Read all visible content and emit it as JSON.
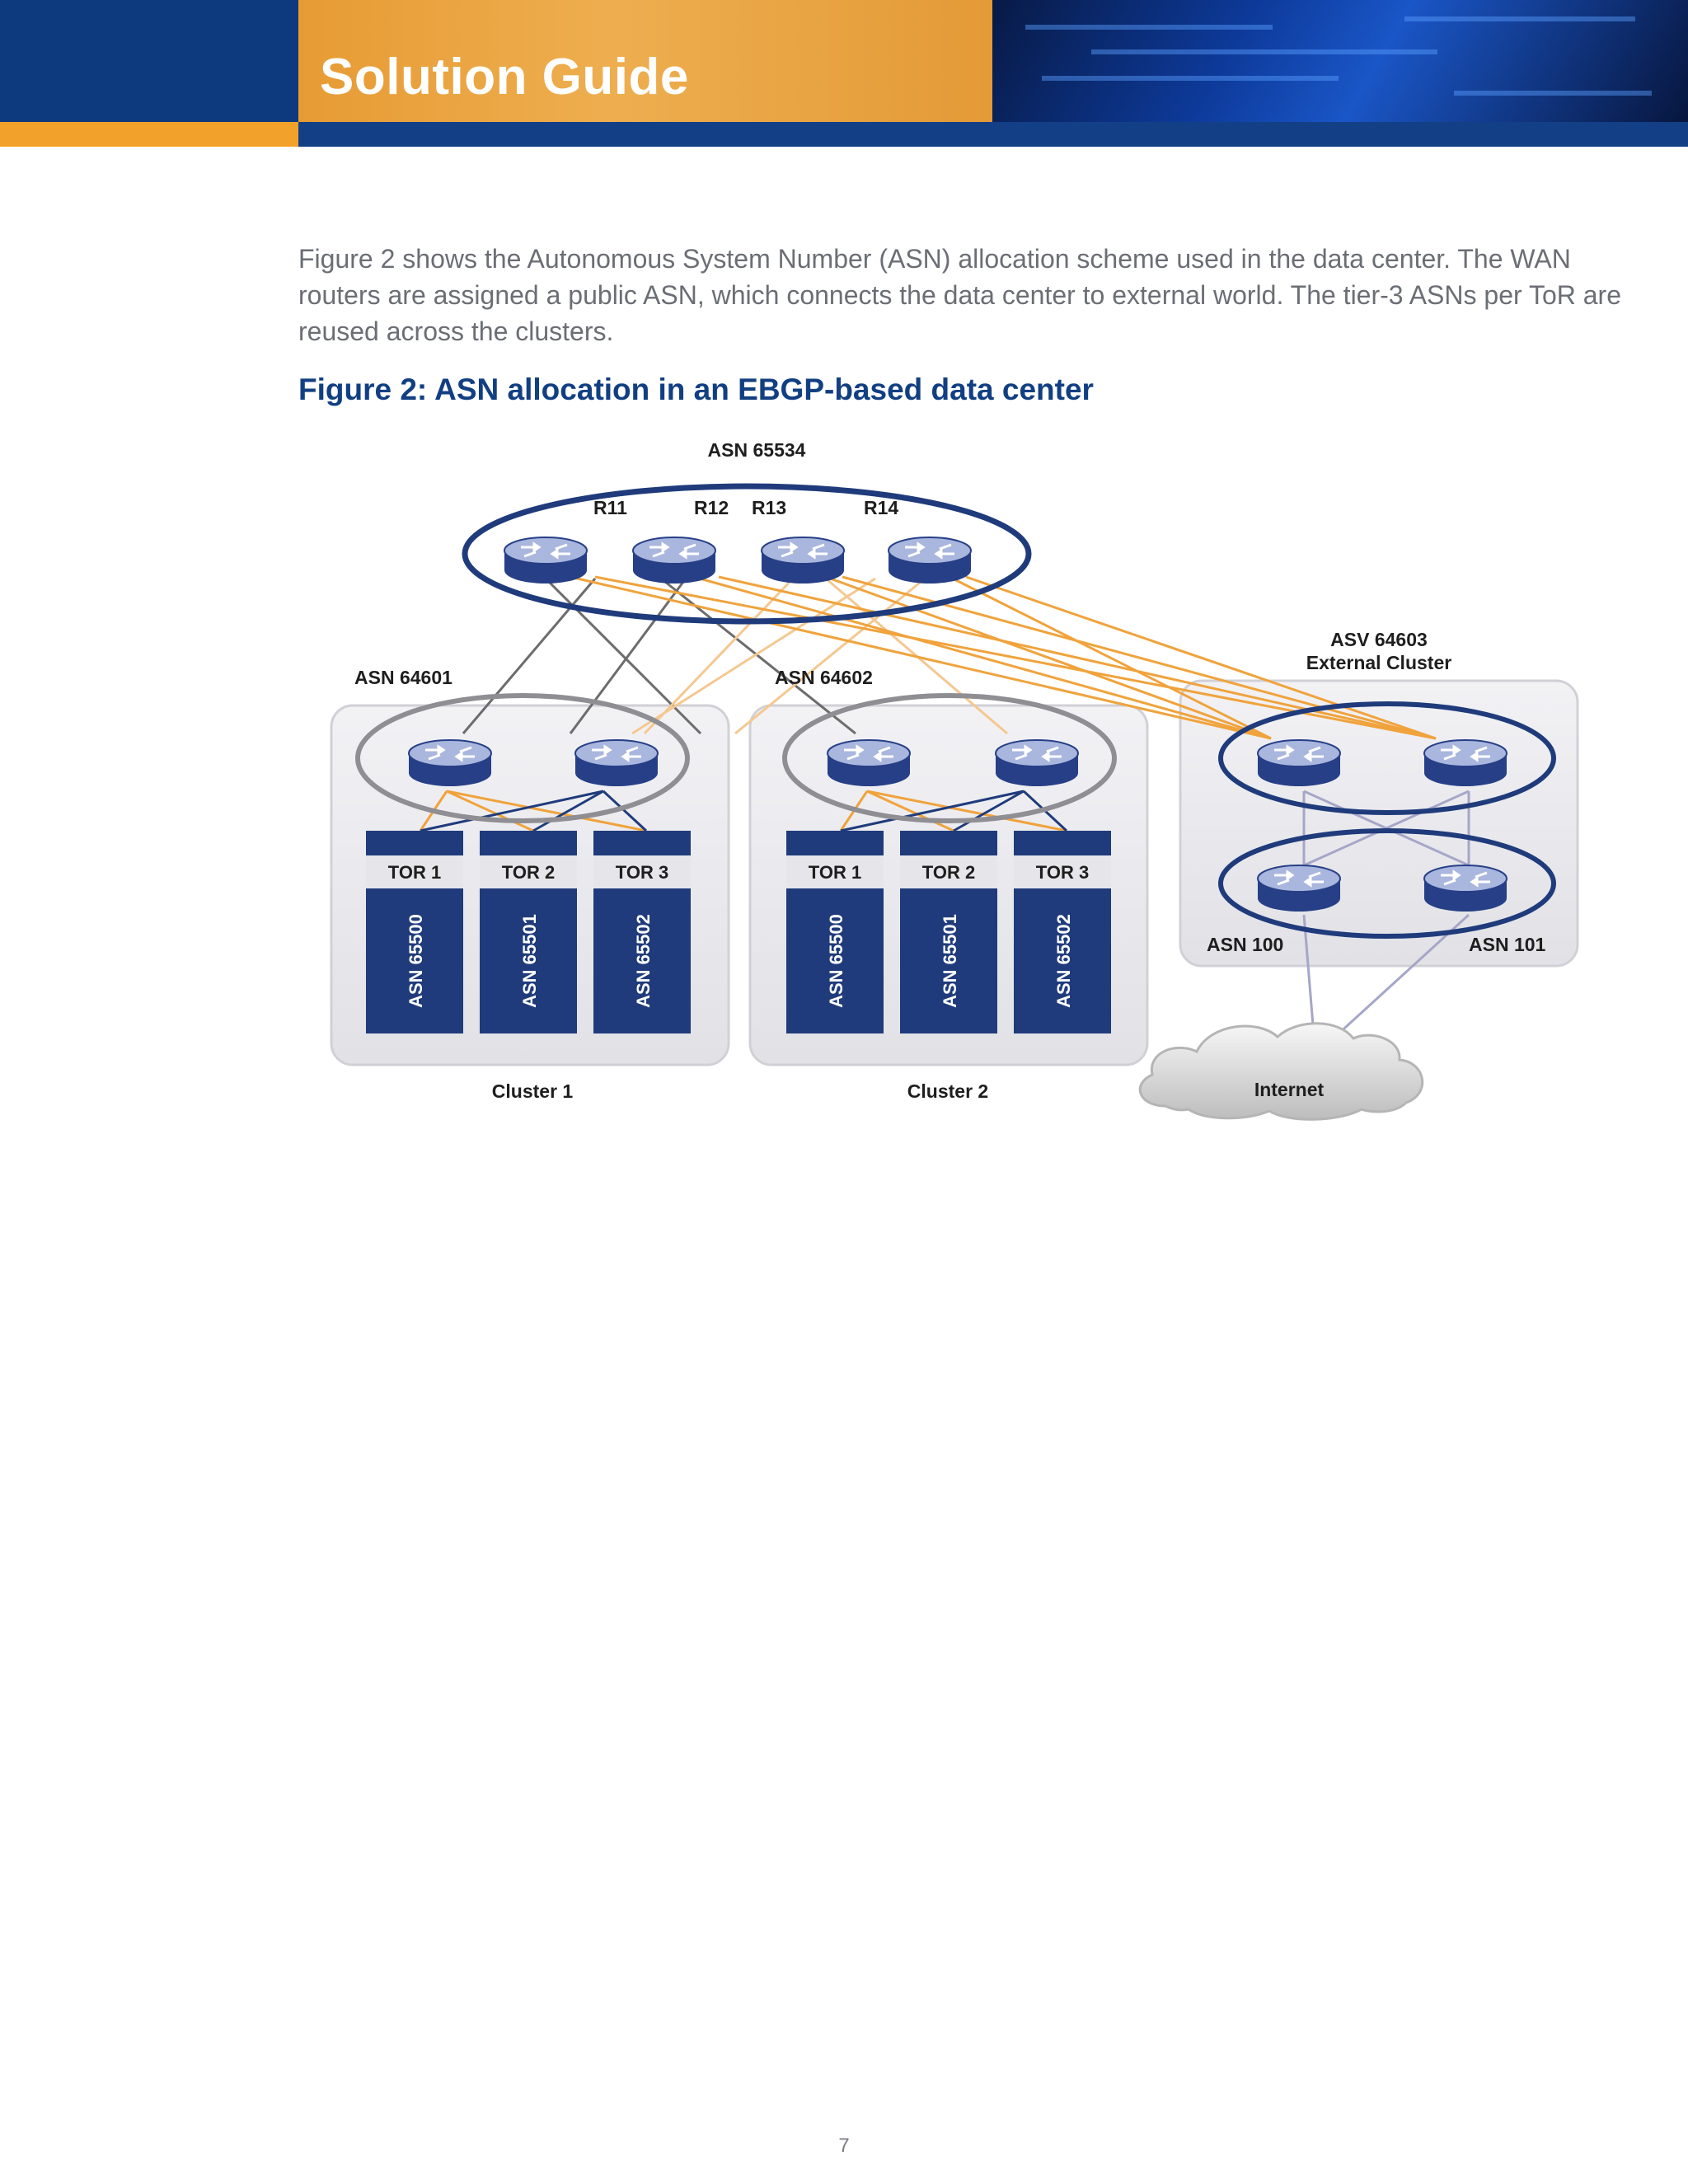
{
  "header": {
    "title": "Solution Guide"
  },
  "body": {
    "paragraph": "Figure 2 shows the Autonomous System Number (ASN) allocation scheme used in the data center. The WAN routers are assigned a public ASN, which connects the data center to external world. The tier-3 ASNs per ToR are reused across the clusters."
  },
  "figure": {
    "title": "Figure 2: ASN allocation in an EBGP-based data center",
    "wan": {
      "asn_label": "ASN 65534",
      "routers": [
        "R11",
        "R12",
        "R13",
        "R14"
      ]
    },
    "clusters": [
      {
        "asn_label": "ASN 64601",
        "name": "Cluster 1",
        "tors": [
          {
            "label": "TOR 1",
            "asn": "ASN 65500"
          },
          {
            "label": "TOR 2",
            "asn": "ASN 65501"
          },
          {
            "label": "TOR 3",
            "asn": "ASN 65502"
          }
        ]
      },
      {
        "asn_label": "ASN 64602",
        "name": "Cluster 2",
        "tors": [
          {
            "label": "TOR 1",
            "asn": "ASN 65500"
          },
          {
            "label": "TOR 2",
            "asn": "ASN 65501"
          },
          {
            "label": "TOR 3",
            "asn": "ASN 65502"
          }
        ]
      }
    ],
    "external": {
      "asn_label": "ASV 64603",
      "name": "External Cluster",
      "left_asn": "ASN 100",
      "right_asn": "ASN 101"
    },
    "internet_label": "Internet",
    "colors": {
      "navy": "#1f3b7b",
      "orange": "#f0a33c",
      "light_orange": "#f5c890",
      "gray_link": "#6c6c6c",
      "cluster_bg": "#e6e6ea",
      "ring_gray": "#8e8e93",
      "router_blue": "#263f86",
      "router_top": "#a9b6de"
    }
  },
  "footer": {
    "page_number": "7"
  }
}
